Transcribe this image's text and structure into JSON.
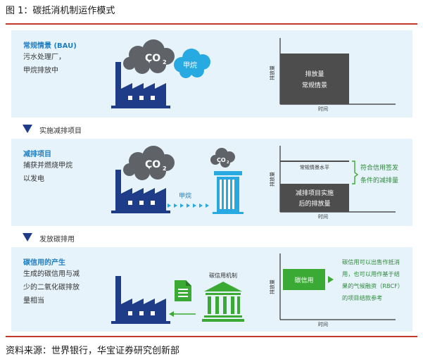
{
  "title": "图 1：碳抵消机制运作模式",
  "source": "资料来源：世界银行，华宝证券研究创新部",
  "panel1": {
    "title": "常规情景 (BAU)",
    "desc_line1": "污水处理厂，",
    "desc_line2": "甲烷排放中",
    "co2": "CO",
    "co2_sub": "2",
    "methane": "甲烷",
    "box_line1": "排放量",
    "box_line2": "常规情景",
    "y_axis": "排放量",
    "x_axis": "时间"
  },
  "step1": "实施减排项目",
  "panel2": {
    "title": "减排项目",
    "desc_line1": "捕获并燃烧甲烷",
    "desc_line2": "以发电",
    "co2": "CO",
    "co2_sub": "2",
    "co2_small": "CO",
    "co2_small_sub": "2",
    "methane": "甲烷",
    "baseline": "常规情景水平",
    "box_line1": "减排项目实施",
    "box_line2": "后的排放量",
    "green_line1": "符合信用签发",
    "green_line2": "条件的减排量",
    "y_axis": "排放量",
    "x_axis": "时间"
  },
  "step2": "发放碳排用",
  "panel3": {
    "title": "碳信用的产生",
    "desc_line1": "生成的碳信用与减",
    "desc_line2": "少的二氧化碳排放",
    "desc_line3": "量相当",
    "mechanism": "碳信用机制",
    "green_box": "碳信用",
    "right_line1": "碳信用可以出售作抵消",
    "right_line2": "用，也可以用作基于结",
    "right_line3": "果的气候融资（RBCF）",
    "right_line4": "的项目结款参考",
    "y_axis": "排放量",
    "x_axis": "时间"
  },
  "colors": {
    "navy": "#1f3c88",
    "blue": "#1d7ec2",
    "cyan": "#27a9e1",
    "cloud": "#5f6368",
    "green": "#3aaa35",
    "red": "#c0392b",
    "panel": "#e6f3fb"
  }
}
